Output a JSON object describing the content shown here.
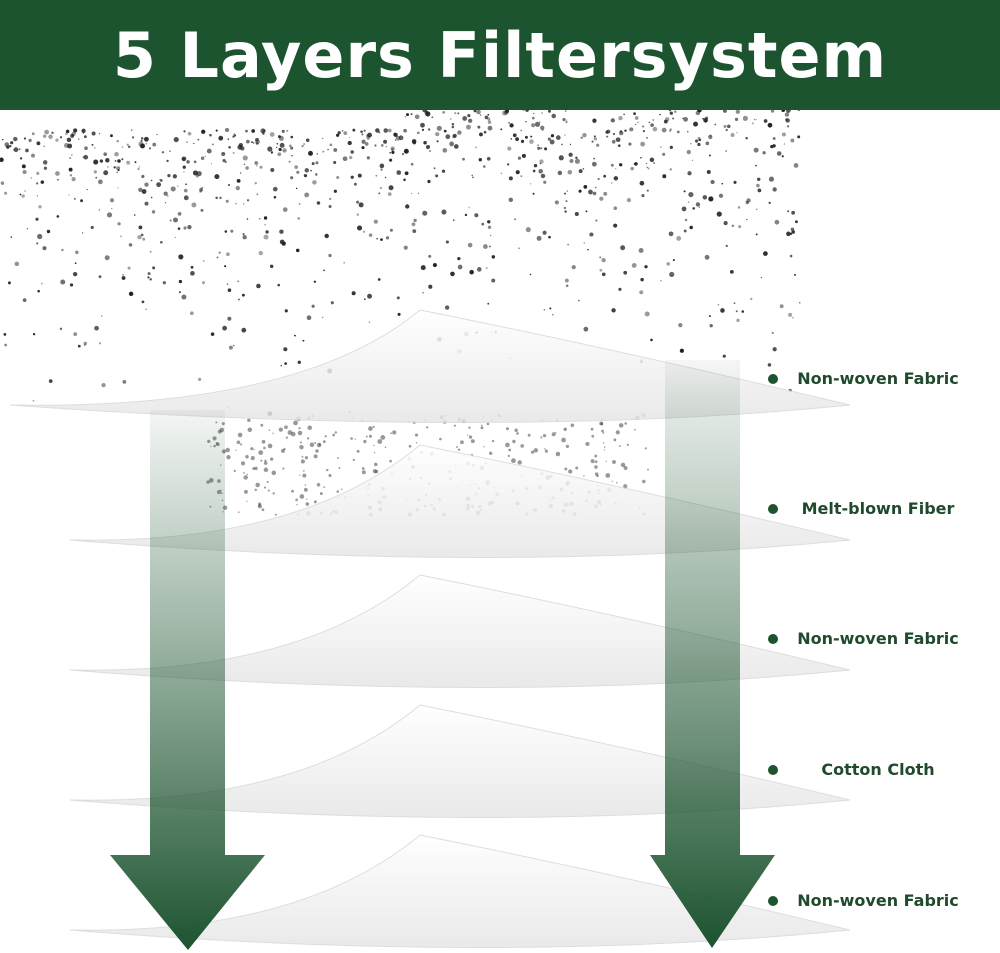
{
  "title": "5 Layers Filtersystem",
  "layers": [
    {
      "label": "Non-woven Fabric"
    },
    {
      "label": "Melt-blown Fiber"
    },
    {
      "label": "Non-woven Fabric"
    },
    {
      "label": "Cotton Cloth"
    },
    {
      "label": "Non-woven Fabric"
    }
  ],
  "colors": {
    "brand": "#1d5430",
    "label_text": "#1f4a2c"
  }
}
